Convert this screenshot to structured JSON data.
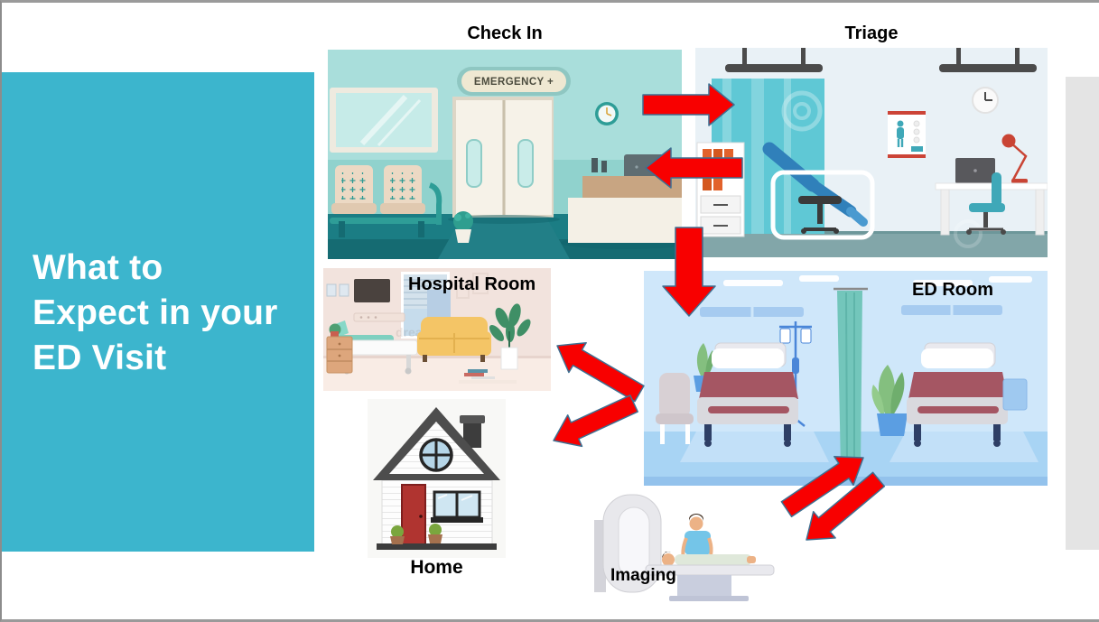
{
  "slide": {
    "title_lines": [
      "What to",
      "Expect in your",
      "ED Visit"
    ],
    "labels": {
      "check_in": "Check In",
      "triage": "Triage",
      "hospital_room": "Hospital Room",
      "ed_room": "ED Room",
      "home": "Home",
      "imaging": "Imaging"
    },
    "check_in_sign": "EMERGENCY +",
    "watermark": "dreamstime",
    "arrows": [
      {
        "from": "Check In",
        "to": "Triage",
        "direction": "right"
      },
      {
        "from": "Triage",
        "to": "Check In",
        "direction": "left"
      },
      {
        "from": "Triage",
        "to": "ED Room",
        "direction": "down"
      },
      {
        "from": "ED Room",
        "to": "Hospital Room",
        "direction": "up-left"
      },
      {
        "from": "ED Room",
        "to": "Home",
        "direction": "down-left"
      },
      {
        "from": "Imaging",
        "to": "ED Room",
        "direction": "up-right"
      },
      {
        "from": "ED Room",
        "to": "Imaging",
        "direction": "down-left"
      }
    ],
    "colors": {
      "panel_teal": "#3CB5CD",
      "arrow_fill": "#F80000",
      "arrow_outline": "#3E6F91",
      "title_text": "#FFFFFF",
      "label_text": "#000000"
    }
  }
}
